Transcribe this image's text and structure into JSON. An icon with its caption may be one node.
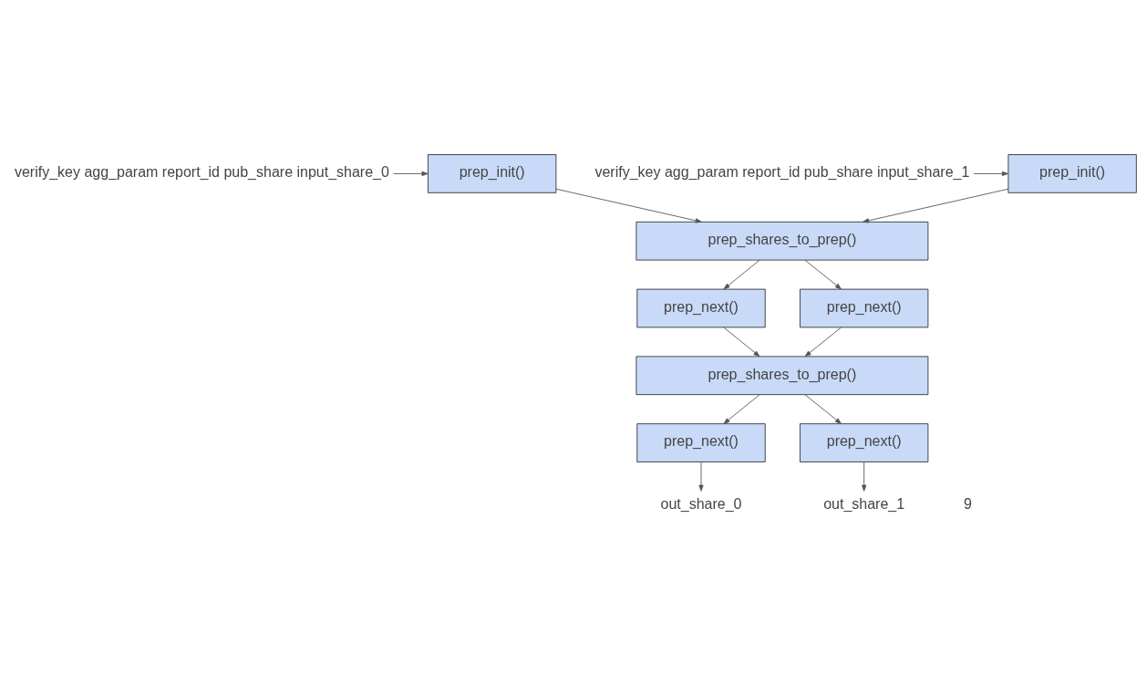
{
  "diagram": {
    "nodes": [
      {
        "text": [
          "verify_key agg_param report_id pub_share input_share_0"
        ]
      },
      {
        "text": [
          "prep_init()"
        ]
      },
      {
        "text": [
          "prep_init()"
        ]
      },
      {
        "text": [
          "verify_key agg_param report_id pub_share input_share_1"
        ]
      },
      {
        "text": [
          "prep_shares_to_prep()"
        ]
      },
      {
        "text": [
          "prep_next()"
        ]
      },
      {
        "text": [
          "prep_next()"
        ]
      },
      {
        "text": [
          "prep_shares_to_prep()"
        ]
      },
      {
        "text": [
          "prep_next()"
        ]
      },
      {
        "text": [
          "prep_next()"
        ]
      },
      {
        "text": [
          "out_share_0"
        ]
      },
      {
        "text": [
          "out_share_1"
        ]
      }
    ],
    "edges": [
      {
        "from": 0,
        "to": 1,
        "arrow": "to"
      },
      {
        "from": 3,
        "to": 2,
        "arrow": "to"
      },
      {
        "from": 1,
        "to": 4,
        "arrow": "to"
      },
      {
        "from": 2,
        "to": 4,
        "arrow": "to"
      },
      {
        "from": 4,
        "to": 5,
        "arrow": "to"
      },
      {
        "from": 4,
        "to": 6,
        "arrow": "to"
      },
      {
        "from": 5,
        "to": 7,
        "arrow": "to"
      },
      {
        "from": 6,
        "to": 7,
        "arrow": "to"
      },
      {
        "from": 7,
        "to": 8,
        "arrow": "to"
      },
      {
        "from": 7,
        "to": 9,
        "arrow": "to"
      },
      {
        "from": 8,
        "to": 10,
        "arrow": "to"
      },
      {
        "from": 9,
        "to": 11,
        "arrow": "to"
      }
    ],
    "labels": [
      "9"
    ]
  }
}
